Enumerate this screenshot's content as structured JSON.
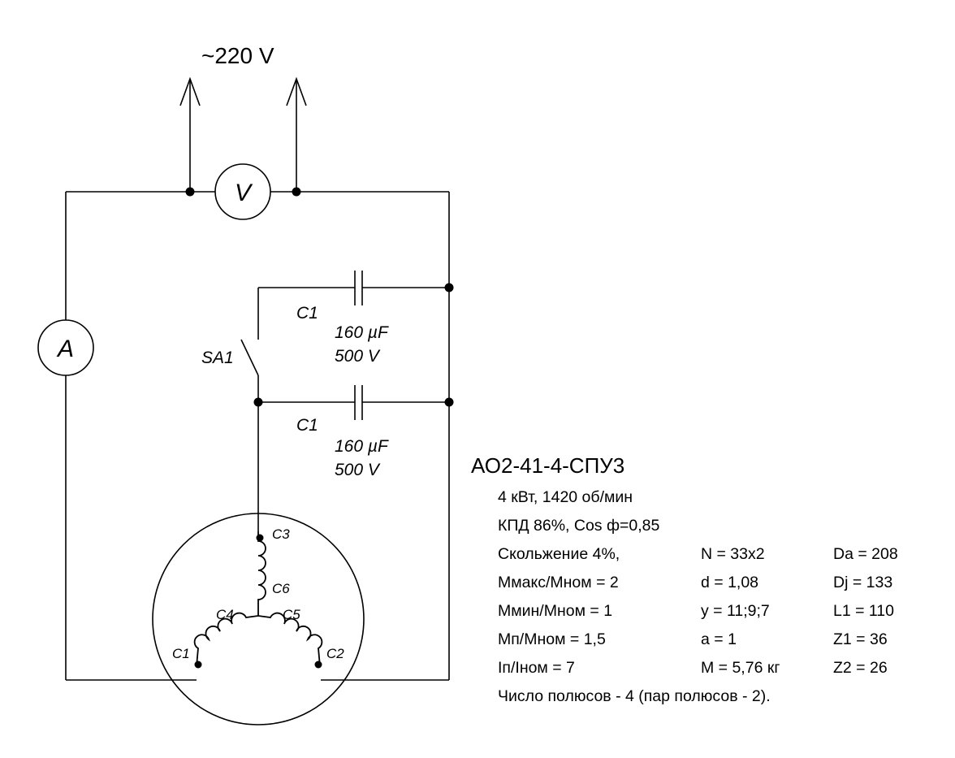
{
  "supply": {
    "label": "~220 V"
  },
  "meters": {
    "voltmeter": "V",
    "ammeter": "A"
  },
  "switch": {
    "label": "SA1"
  },
  "capacitors": [
    {
      "name": "C1",
      "capacitance": "160 µF",
      "voltage": "500 V"
    },
    {
      "name": "C1",
      "capacitance": "160 µF",
      "voltage": "500 V"
    }
  ],
  "motor": {
    "windings": {
      "c1": "C1",
      "c2": "C2",
      "c3": "C3",
      "c4": "C4",
      "c5": "C5",
      "c6": "C6"
    }
  },
  "specs": {
    "model": "АО2-41-4-СПУ3",
    "power": "4 кВт, 1420 об/мин",
    "efficiency": "КПД 86%, Cos ф=0,85",
    "rows": [
      {
        "a": "Скольжение 4%,",
        "b": "N = 33x2",
        "c": "Da = 208"
      },
      {
        "a": "Ммакс/Мном = 2",
        "b": "d = 1,08",
        "c": "Dj = 133"
      },
      {
        "a": "Ммин/Мном = 1",
        "b": "y = 11;9;7",
        "c": "L1 = 110"
      },
      {
        "a": "Мп/Мном = 1,5",
        "b": "a = 1",
        "c": "Z1 = 36"
      },
      {
        "a": "Iп/Iном = 7",
        "b": "M = 5,76 кг",
        "c": "Z2 = 26"
      }
    ],
    "poles": "Число полюсов - 4 (пар полюсов - 2)."
  }
}
